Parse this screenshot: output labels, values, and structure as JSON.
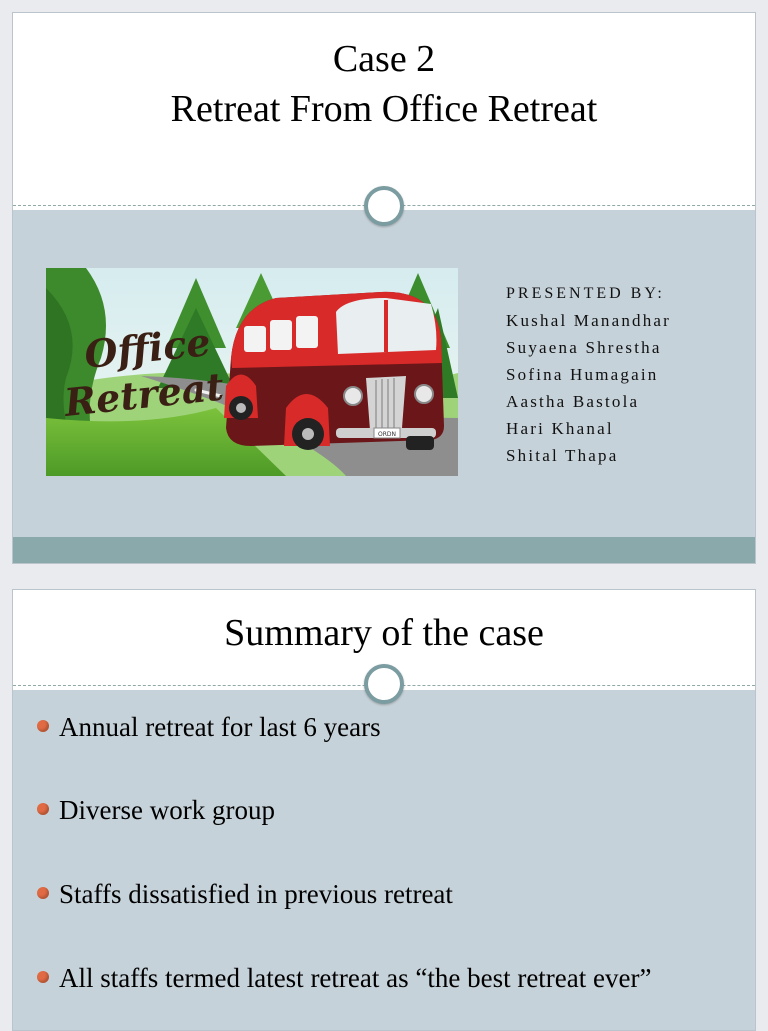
{
  "slide1": {
    "title_line1": "Case 2",
    "title_line2": "Retreat From Office Retreat",
    "illustration": {
      "text_line1": "Office",
      "text_line2": "Retreat",
      "plate": "ORDN"
    },
    "presenters": {
      "heading": "PRESENTED BY:",
      "names": [
        "Kushal Manandhar",
        "Suyaena Shrestha",
        "Sofina Humagain",
        "Aastha Bastola",
        "Hari Khanal",
        "Shital Thapa"
      ]
    }
  },
  "slide2": {
    "title": "Summary of the case",
    "bullets": [
      "Annual retreat for last 6 years",
      "Diverse work group",
      "Staffs dissatisfied in previous retreat",
      "All staffs termed latest retreat as “the best retreat ever”"
    ]
  },
  "colors": {
    "body_fill": "#c6d2d9",
    "accent_band": "#8aa9ab",
    "bullet": "#e06a43",
    "bus_red": "#d92a2a",
    "bus_maroon": "#6b1618"
  }
}
